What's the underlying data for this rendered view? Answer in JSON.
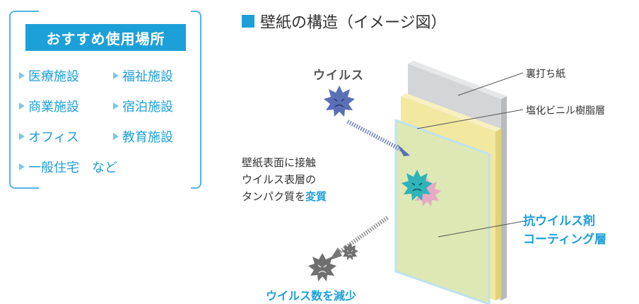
{
  "recommended": {
    "title": "おすすめ使用場所",
    "items": [
      "医療施設",
      "福祉施設",
      "商業施設",
      "宿泊施設",
      "オフィス",
      "教育施設",
      "一般住宅　など"
    ]
  },
  "diagram": {
    "heading": "壁紙の構造（イメージ図）",
    "layer_paper": "裏打ち紙",
    "layer_pvc": "塩化ビニル樹脂層",
    "coating_line1": "抗ウイルス剤",
    "coating_line2": "コーティング層",
    "virus_label": "ウイルス",
    "desc_line1": "壁紙表面に接触",
    "desc_line2": "ウイルス表層の",
    "desc_line3_prefix": "タンパク質を",
    "desc_line3_highlight": "変質",
    "reduce_label": "ウイルス数を減少"
  },
  "colors": {
    "accent": "#1da0d8",
    "virus_blue": "#5a6fb5",
    "virus_teal": "#2fb3b8",
    "virus_pink": "#e8a3c5",
    "virus_gray": "#6f6f6f",
    "paper": "#d4d5d6",
    "pvc": "#f2e8a0",
    "coating": "#dde8b4"
  }
}
